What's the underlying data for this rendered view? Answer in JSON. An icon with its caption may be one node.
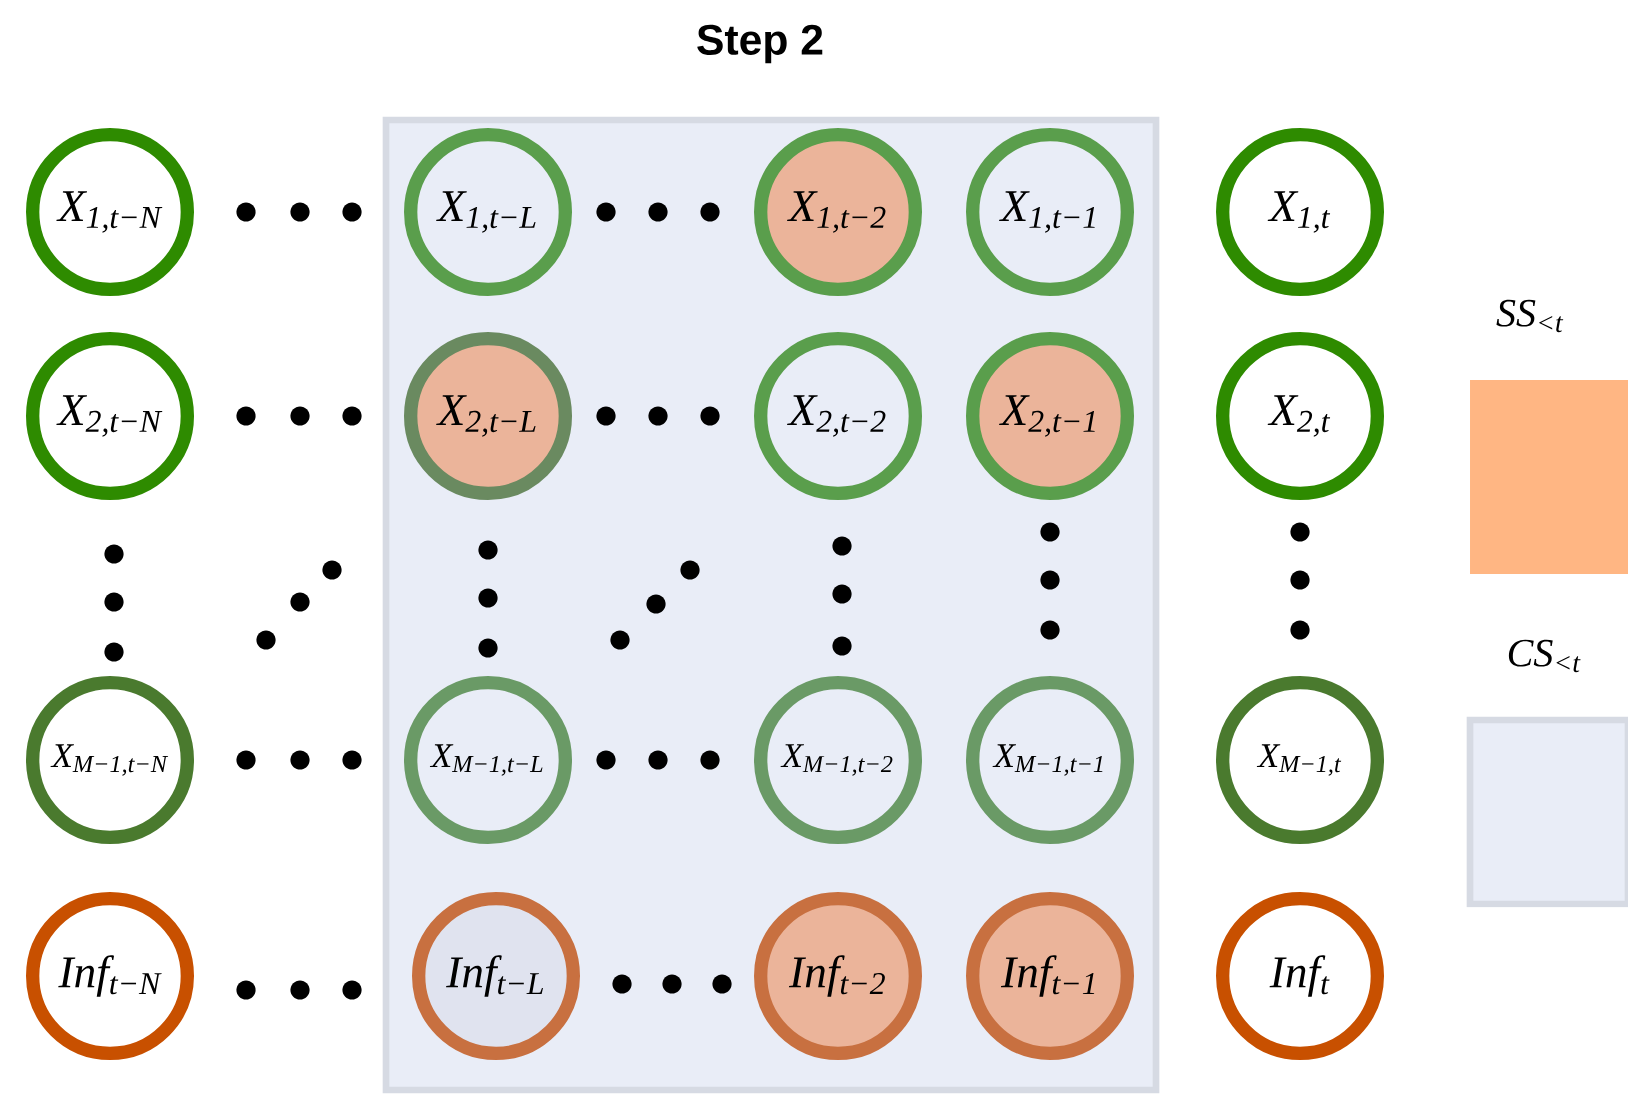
{
  "diagram": {
    "title": "Step 2",
    "nodes": [
      {
        "text": [],
        "shape": "box"
      },
      {
        "text": [
          "X$_{1,t−N}$"
        ]
      },
      {
        "text": [
          "X$_{1,t−L}$"
        ],
        "in": 0
      },
      {
        "text": [
          "X$_{1,t−2}$"
        ],
        "in": 0
      },
      {
        "text": [
          "X$_{1,t−1}$"
        ],
        "in": 0
      },
      {
        "text": [
          "X$_{1,t}$"
        ]
      },
      {
        "text": [
          "X$_{2,t−N}$"
        ]
      },
      {
        "text": [
          "X$_{2,t−L}$"
        ],
        "in": 0
      },
      {
        "text": [
          "X$_{2,t−2}$"
        ],
        "in": 0
      },
      {
        "text": [
          "X$_{2,t−1}$"
        ],
        "in": 0
      },
      {
        "text": [
          "X$_{2,t}$"
        ]
      },
      {
        "text": [
          "X$_{M−1,t−N}$"
        ]
      },
      {
        "text": [
          "X$_{M−1,t−L}$"
        ],
        "in": 0
      },
      {
        "text": [
          "X$_{M−1,t−2}$"
        ],
        "in": 0
      },
      {
        "text": [
          "X$_{M−1,t−1}$"
        ],
        "in": 0
      },
      {
        "text": [
          "X$_{M−1,t}$"
        ]
      },
      {
        "text": [
          "Inf$_{t−N}$"
        ]
      },
      {
        "text": [
          "Inf$_{t−L}$"
        ],
        "in": 0
      },
      {
        "text": [
          "Inf$_{t−2}$"
        ],
        "in": 0
      },
      {
        "text": [
          "Inf$_{t−1}$"
        ],
        "in": 0
      },
      {
        "text": [
          "Inf$_{t}$"
        ]
      }
    ],
    "legend": [
      {
        "text": "SS$_{<t}$",
        "color": "#ffb683"
      },
      {
        "text": "CS$_{<t}$",
        "color": "#e9edf7"
      }
    ]
  }
}
